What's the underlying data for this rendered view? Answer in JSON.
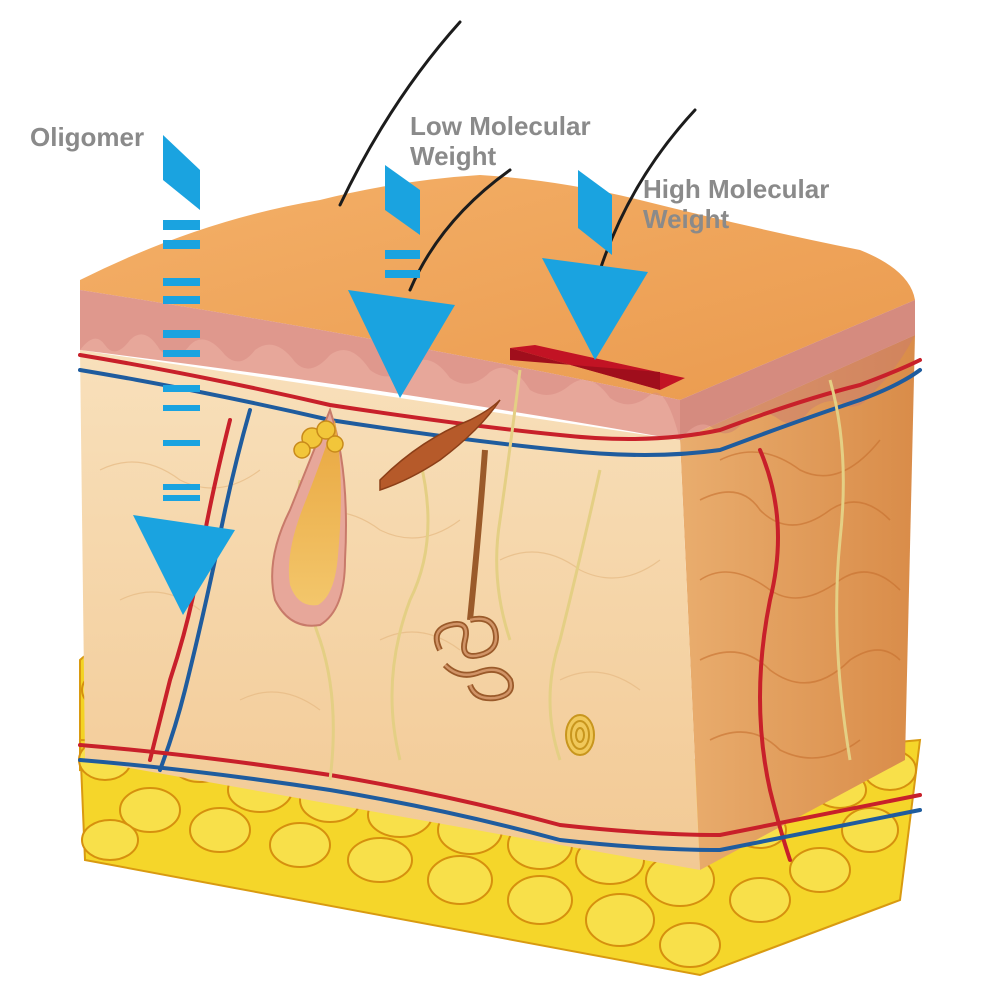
{
  "labels": {
    "oligomer": "Oligomer",
    "low_line1": "Low Molecular",
    "low_line2": "Weight",
    "high_line1": "High Molecular",
    "high_line2": "Weight"
  },
  "colors": {
    "arrow": "#1aa3e0",
    "label": "#8a8a8a",
    "skin_top": "#f1a55a",
    "epidermis": "#e7a79a",
    "dermis_front": "#f7dcb4",
    "dermis_side": "#e9a866",
    "fat": "#f3d324",
    "artery": "#c8202a",
    "vein": "#1f5c9e",
    "nerve": "#e7d48a",
    "film": "#c21324"
  }
}
